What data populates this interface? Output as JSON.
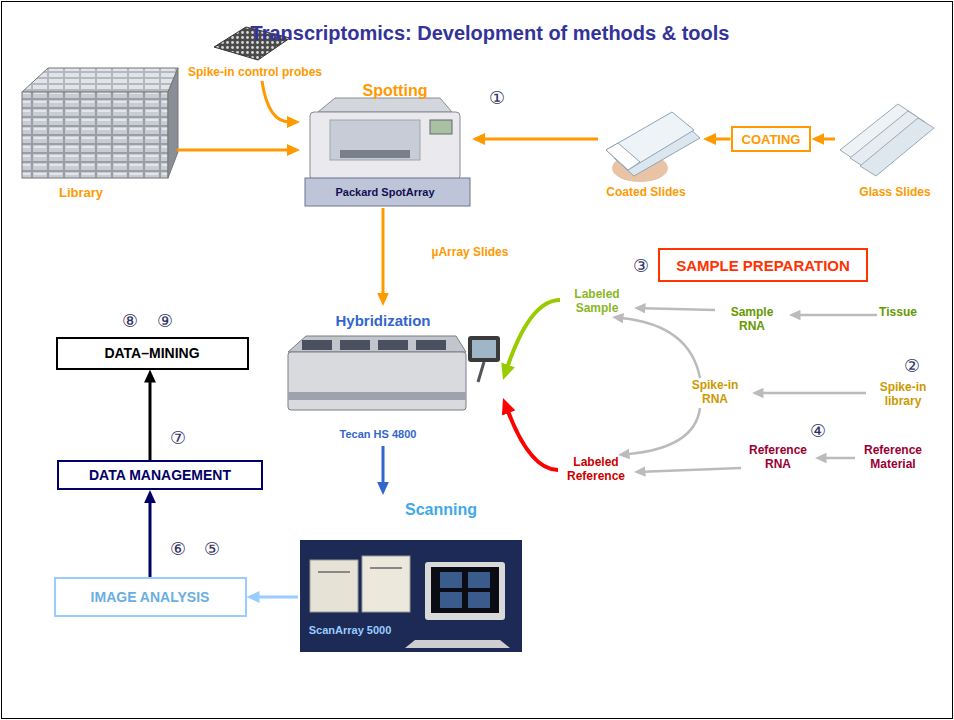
{
  "diagram": {
    "title": "Transcriptomics: Development of methods & tools",
    "nodes": [
      {
        "text": [
          "Library"
        ]
      },
      {
        "text": [
          "Spike-in control probes"
        ]
      },
      {
        "text": [
          "Spotting",
          "Packard SpotArray"
        ]
      },
      {
        "text": [
          "Coated Slides"
        ]
      },
      {
        "text": [
          "COATING"
        ]
      },
      {
        "text": [
          "Glass Slides"
        ]
      },
      {
        "text": [
          "Hybridization",
          "Tecan HS 4800"
        ]
      },
      {
        "text": [
          "SAMPLE PREPARATION"
        ]
      },
      {
        "text": [
          "Labeled Sample"
        ]
      },
      {
        "text": [
          "Sample RNA"
        ]
      },
      {
        "text": [
          "Tissue"
        ]
      },
      {
        "text": [
          "Spike-in RNA"
        ]
      },
      {
        "text": [
          "Spike-in library"
        ]
      },
      {
        "text": [
          "Labeled Reference"
        ]
      },
      {
        "text": [
          "Reference RNA"
        ]
      },
      {
        "text": [
          "Reference Material"
        ]
      },
      {
        "text": [
          "DATA–MINING"
        ]
      },
      {
        "text": [
          "DATA MANAGEMENT"
        ]
      },
      {
        "text": [
          "Scanning",
          "ScanArray 5000"
        ]
      },
      {
        "text": [
          "IMAGE ANALYSIS"
        ]
      }
    ],
    "edges": [
      {
        "from": 0,
        "to": 2,
        "arrow": "to"
      },
      {
        "from": 1,
        "to": 2,
        "arrow": "to"
      },
      {
        "from": 3,
        "to": 2,
        "arrow": "to"
      },
      {
        "from": 4,
        "to": 3,
        "arrow": "to"
      },
      {
        "from": 5,
        "to": 4,
        "arrow": "to"
      },
      {
        "from": 2,
        "to": 6,
        "label": "µArray Slides",
        "arrow": "to"
      },
      {
        "from": 10,
        "to": 9,
        "arrow": "to"
      },
      {
        "from": 9,
        "to": 8,
        "arrow": "to"
      },
      {
        "from": 11,
        "to": 8,
        "arrow": "to"
      },
      {
        "from": 11,
        "to": 13,
        "arrow": "to"
      },
      {
        "from": 15,
        "to": 14,
        "arrow": "to"
      },
      {
        "from": 14,
        "to": 13,
        "arrow": "to"
      },
      {
        "from": 12,
        "to": 11,
        "arrow": "to"
      },
      {
        "from": 8,
        "to": 6,
        "arrow": "to"
      },
      {
        "from": 13,
        "to": 6,
        "arrow": "to"
      },
      {
        "from": 6,
        "to": 18,
        "arrow": "to"
      },
      {
        "from": 18,
        "to": 19,
        "arrow": "to"
      },
      {
        "from": 19,
        "to": 17,
        "arrow": "to"
      },
      {
        "from": 17,
        "to": 16,
        "arrow": "to"
      }
    ],
    "labels": [
      "①",
      "③",
      "②",
      "④",
      "⑧",
      "⑨",
      "⑦",
      "⑥",
      "⑤"
    ]
  }
}
